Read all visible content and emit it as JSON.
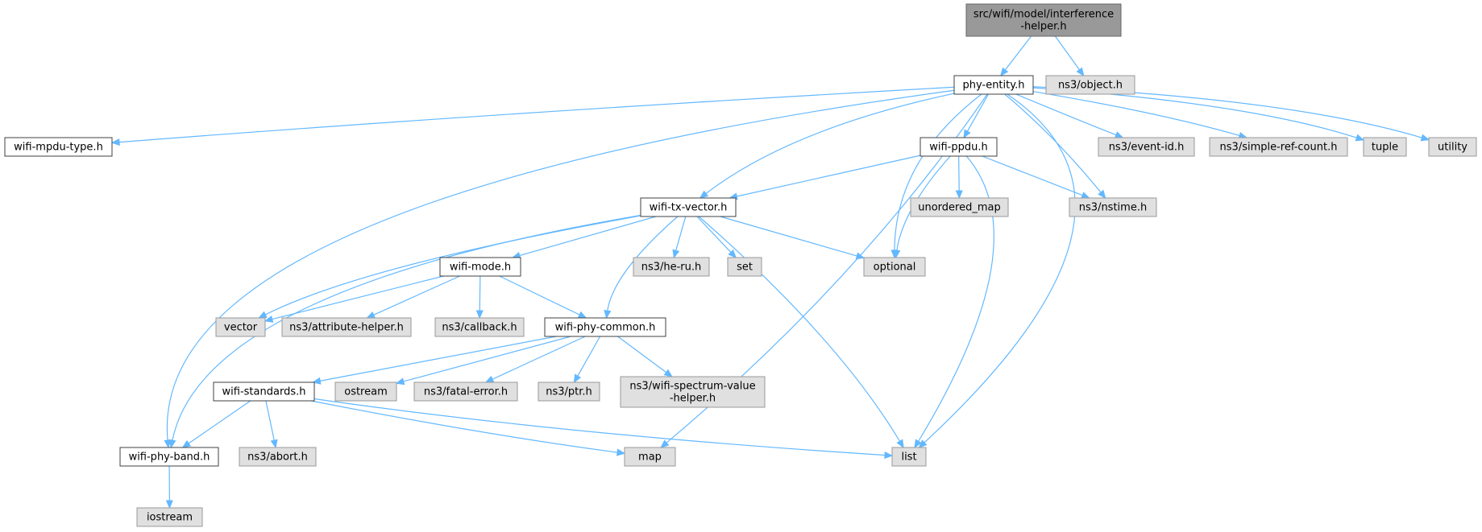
{
  "colors": {
    "edge": "#63b8ff",
    "root_fill": "#999999",
    "root_stroke": "#666666",
    "documented_fill": "#ffffff",
    "documented_stroke": "#404040",
    "system_fill": "#e0e0e0",
    "system_stroke": "#999999"
  },
  "nodes": [
    {
      "id": "interference-helper",
      "kind": "root",
      "lines": [
        "src/wifi/model/interference",
        "-helper.h"
      ]
    },
    {
      "id": "phy-entity",
      "kind": "documented",
      "lines": [
        "phy-entity.h"
      ]
    },
    {
      "id": "ns3-object",
      "kind": "system",
      "lines": [
        "ns3/object.h"
      ]
    },
    {
      "id": "wifi-mpdu-type",
      "kind": "documented",
      "lines": [
        "wifi-mpdu-type.h"
      ]
    },
    {
      "id": "wifi-ppdu",
      "kind": "documented",
      "lines": [
        "wifi-ppdu.h"
      ]
    },
    {
      "id": "ns3-event-id",
      "kind": "system",
      "lines": [
        "ns3/event-id.h"
      ]
    },
    {
      "id": "ns3-simple-ref-count",
      "kind": "system",
      "lines": [
        "ns3/simple-ref-count.h"
      ]
    },
    {
      "id": "tuple",
      "kind": "system",
      "lines": [
        "tuple"
      ]
    },
    {
      "id": "utility",
      "kind": "system",
      "lines": [
        "utility"
      ]
    },
    {
      "id": "wifi-tx-vector",
      "kind": "documented",
      "lines": [
        "wifi-tx-vector.h"
      ]
    },
    {
      "id": "unordered-map",
      "kind": "system",
      "lines": [
        "unordered_map"
      ]
    },
    {
      "id": "ns3-nstime",
      "kind": "system",
      "lines": [
        "ns3/nstime.h"
      ]
    },
    {
      "id": "wifi-mode",
      "kind": "documented",
      "lines": [
        "wifi-mode.h"
      ]
    },
    {
      "id": "ns3-he-ru",
      "kind": "system",
      "lines": [
        "ns3/he-ru.h"
      ]
    },
    {
      "id": "set",
      "kind": "system",
      "lines": [
        "set"
      ]
    },
    {
      "id": "optional",
      "kind": "system",
      "lines": [
        "optional"
      ]
    },
    {
      "id": "vector",
      "kind": "system",
      "lines": [
        "vector"
      ]
    },
    {
      "id": "ns3-attribute-helper",
      "kind": "system",
      "lines": [
        "ns3/attribute-helper.h"
      ]
    },
    {
      "id": "ns3-callback",
      "kind": "system",
      "lines": [
        "ns3/callback.h"
      ]
    },
    {
      "id": "wifi-phy-common",
      "kind": "documented",
      "lines": [
        "wifi-phy-common.h"
      ]
    },
    {
      "id": "wifi-standards",
      "kind": "documented",
      "lines": [
        "wifi-standards.h"
      ]
    },
    {
      "id": "ostream",
      "kind": "system",
      "lines": [
        "ostream"
      ]
    },
    {
      "id": "ns3-fatal-error",
      "kind": "system",
      "lines": [
        "ns3/fatal-error.h"
      ]
    },
    {
      "id": "ns3-ptr",
      "kind": "system",
      "lines": [
        "ns3/ptr.h"
      ]
    },
    {
      "id": "ns3-wifi-spectrum-value-helper",
      "kind": "system",
      "lines": [
        "ns3/wifi-spectrum-value",
        "-helper.h"
      ]
    },
    {
      "id": "wifi-phy-band",
      "kind": "documented",
      "lines": [
        "wifi-phy-band.h"
      ]
    },
    {
      "id": "ns3-abort",
      "kind": "system",
      "lines": [
        "ns3/abort.h"
      ]
    },
    {
      "id": "map",
      "kind": "system",
      "lines": [
        "map"
      ]
    },
    {
      "id": "list",
      "kind": "system",
      "lines": [
        "list"
      ]
    },
    {
      "id": "iostream",
      "kind": "system",
      "lines": [
        "iostream"
      ]
    }
  ],
  "edges": [
    {
      "from": "interference-helper",
      "to": "phy-entity"
    },
    {
      "from": "interference-helper",
      "to": "ns3-object"
    },
    {
      "from": "phy-entity",
      "to": "wifi-mpdu-type"
    },
    {
      "from": "phy-entity",
      "to": "wifi-phy-band"
    },
    {
      "from": "phy-entity",
      "to": "wifi-tx-vector"
    },
    {
      "from": "phy-entity",
      "to": "map"
    },
    {
      "from": "phy-entity",
      "to": "optional"
    },
    {
      "from": "phy-entity",
      "to": "wifi-ppdu"
    },
    {
      "from": "phy-entity",
      "to": "ns3-nstime"
    },
    {
      "from": "phy-entity",
      "to": "list"
    },
    {
      "from": "phy-entity",
      "to": "ns3-event-id"
    },
    {
      "from": "phy-entity",
      "to": "ns3-simple-ref-count"
    },
    {
      "from": "phy-entity",
      "to": "tuple"
    },
    {
      "from": "phy-entity",
      "to": "utility"
    },
    {
      "from": "wifi-ppdu",
      "to": "wifi-tx-vector"
    },
    {
      "from": "wifi-ppdu",
      "to": "optional"
    },
    {
      "from": "wifi-ppdu",
      "to": "unordered-map"
    },
    {
      "from": "wifi-ppdu",
      "to": "ns3-nstime"
    },
    {
      "from": "wifi-ppdu",
      "to": "list"
    },
    {
      "from": "wifi-tx-vector",
      "to": "wifi-phy-band"
    },
    {
      "from": "wifi-tx-vector",
      "to": "vector"
    },
    {
      "from": "wifi-tx-vector",
      "to": "wifi-mode"
    },
    {
      "from": "wifi-tx-vector",
      "to": "wifi-phy-common"
    },
    {
      "from": "wifi-tx-vector",
      "to": "ns3-he-ru"
    },
    {
      "from": "wifi-tx-vector",
      "to": "set"
    },
    {
      "from": "wifi-tx-vector",
      "to": "optional"
    },
    {
      "from": "wifi-tx-vector",
      "to": "list"
    },
    {
      "from": "wifi-mode",
      "to": "vector"
    },
    {
      "from": "wifi-mode",
      "to": "ns3-attribute-helper"
    },
    {
      "from": "wifi-mode",
      "to": "ns3-callback"
    },
    {
      "from": "wifi-mode",
      "to": "wifi-phy-common"
    },
    {
      "from": "wifi-phy-common",
      "to": "wifi-standards"
    },
    {
      "from": "wifi-phy-common",
      "to": "ostream"
    },
    {
      "from": "wifi-phy-common",
      "to": "ns3-fatal-error"
    },
    {
      "from": "wifi-phy-common",
      "to": "ns3-ptr"
    },
    {
      "from": "wifi-phy-common",
      "to": "ns3-wifi-spectrum-value-helper"
    },
    {
      "from": "wifi-standards",
      "to": "wifi-phy-band"
    },
    {
      "from": "wifi-standards",
      "to": "ns3-abort"
    },
    {
      "from": "wifi-standards",
      "to": "map"
    },
    {
      "from": "wifi-standards",
      "to": "list"
    },
    {
      "from": "wifi-phy-band",
      "to": "iostream"
    }
  ]
}
